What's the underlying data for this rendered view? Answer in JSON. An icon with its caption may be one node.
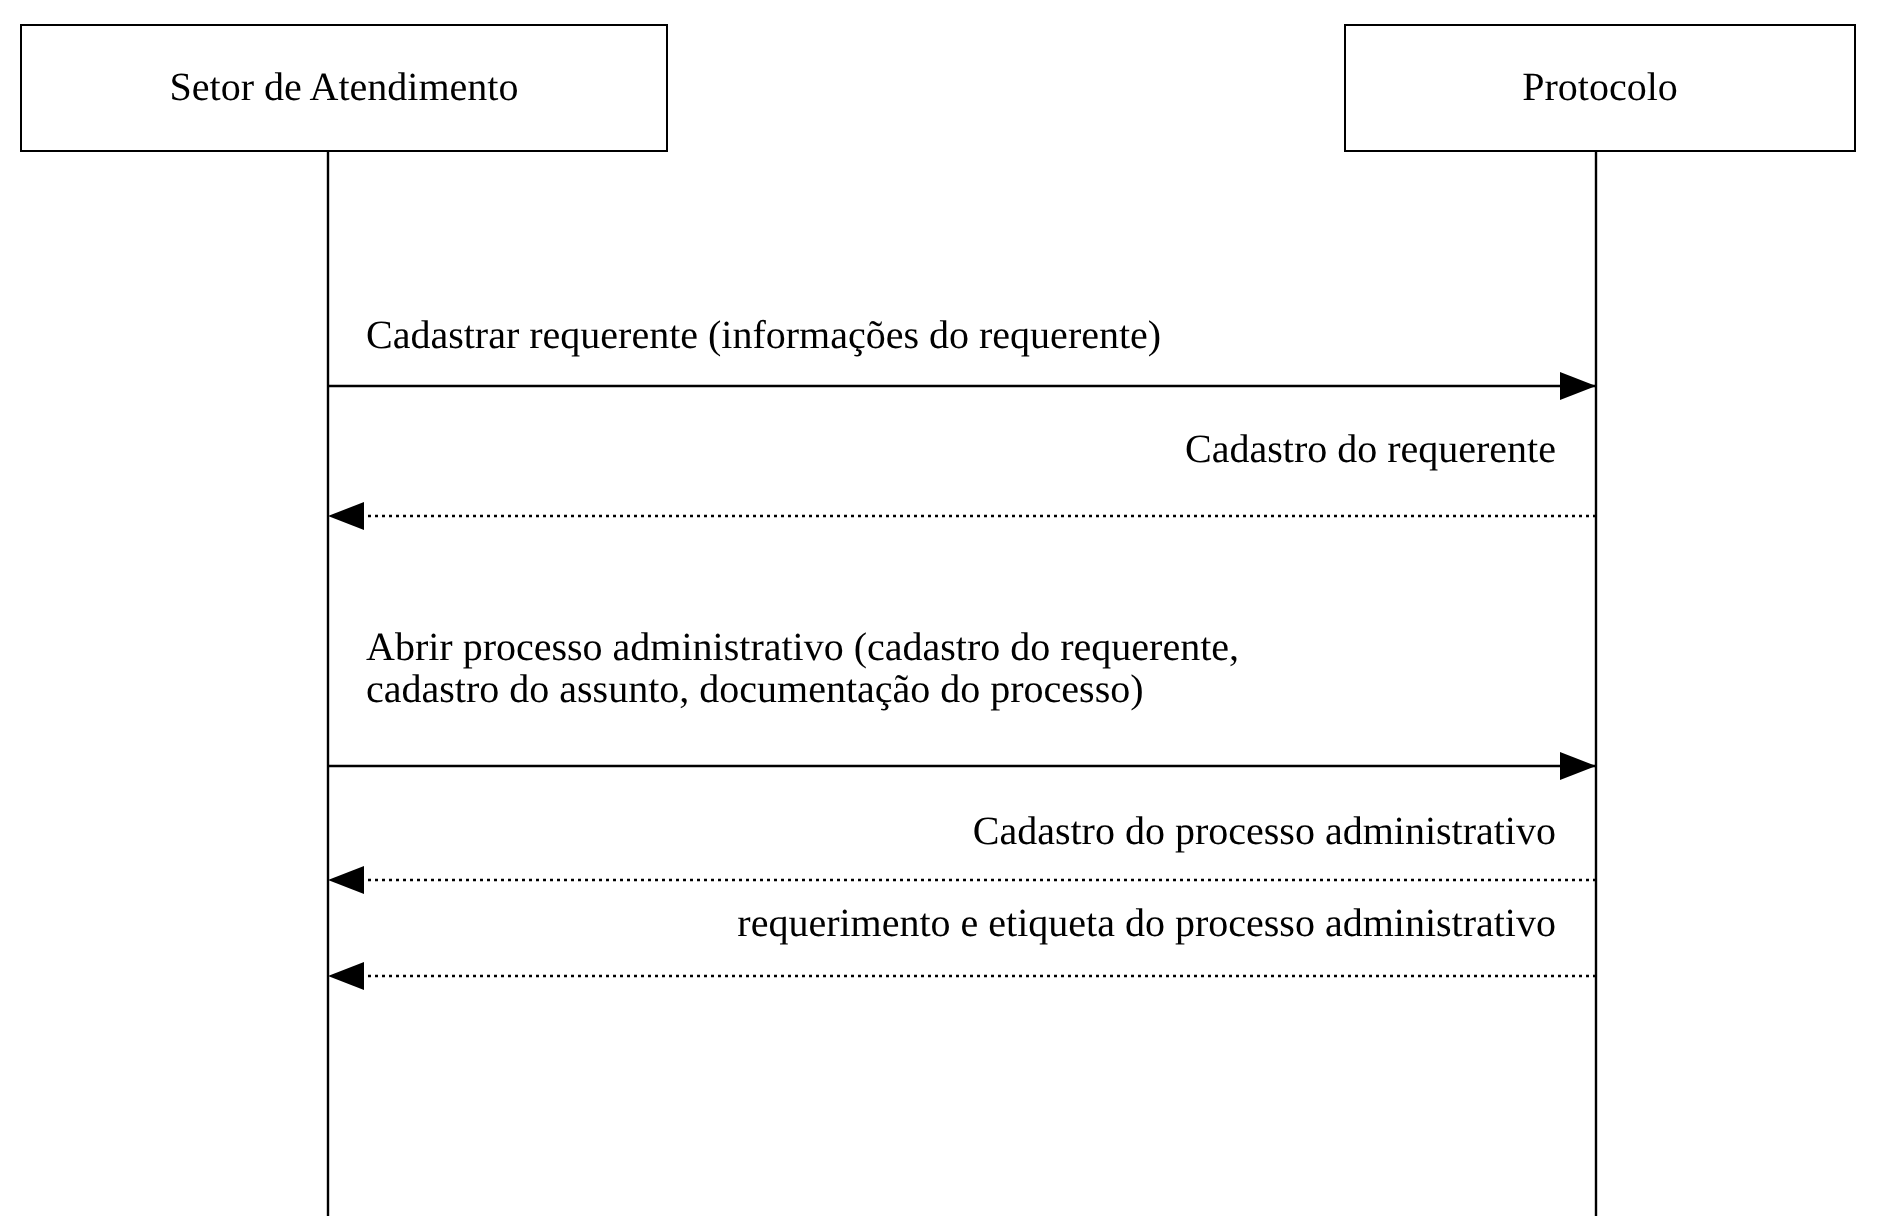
{
  "diagram": {
    "nodes": [
      {
        "text": [
          "Setor de Atendimento"
        ]
      },
      {
        "text": [
          "Protocolo"
        ]
      }
    ],
    "edges": [
      {
        "from": 0,
        "to": 1,
        "arrow": "to",
        "label": "Cadastrar requerente (informações do requerente)"
      },
      {
        "from": 1,
        "to": 0,
        "arrow": "to",
        "style": "dashed",
        "label": "Cadastro do requerente"
      },
      {
        "from": 0,
        "to": 1,
        "arrow": "to",
        "label": "Abrir processo administrativo (cadastro do requerente, cadastro do assunto, documentação do processo)"
      },
      {
        "from": 1,
        "to": 0,
        "arrow": "to",
        "style": "dashed",
        "label": "Cadastro do processo administrativo"
      },
      {
        "from": 1,
        "to": 0,
        "arrow": "to",
        "style": "dashed",
        "label": "requerimento e etiqueta do processo administrativo"
      }
    ]
  }
}
